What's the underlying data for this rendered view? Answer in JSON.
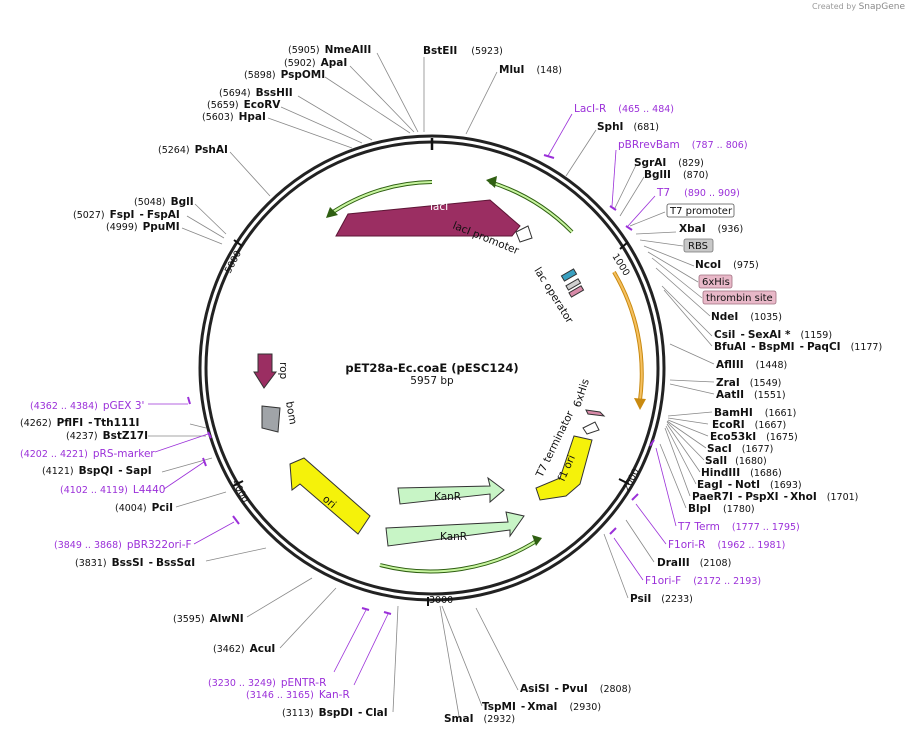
{
  "credit": {
    "text": "Created by",
    "brand": "SnapGene"
  },
  "plasmid": {
    "name": "pET28a-Ec.coaE (pESC124)",
    "length_label": "5957 bp",
    "length": 5957
  },
  "ticks": [
    {
      "label": "1000",
      "bp": 1000
    },
    {
      "label": "2000",
      "bp": 2000
    },
    {
      "label": "3000",
      "bp": 3000
    },
    {
      "label": "4000",
      "bp": 4000
    },
    {
      "label": "5000",
      "bp": 5000
    }
  ],
  "features": [
    {
      "id": "lacI-label",
      "label": "lacI",
      "color": "#9b2e62"
    },
    {
      "id": "lacI-promoter-label",
      "label": "lacI promoter"
    },
    {
      "id": "lac-operator-label",
      "label": "lac operator"
    },
    {
      "id": "6xhis-label",
      "label": "6xHis"
    },
    {
      "id": "t7-terminator-label",
      "label": "T7 terminator"
    },
    {
      "id": "f1ori-label",
      "label": "f1 ori",
      "color": "#f5f20a"
    },
    {
      "id": "kanr1-label",
      "label": "KanR",
      "color": "#c8f5c6"
    },
    {
      "id": "kanr2-label",
      "label": "KanR",
      "color": "#c8f5c6"
    },
    {
      "id": "ori-label",
      "label": "ori",
      "color": "#f5f20a"
    },
    {
      "id": "rop-label",
      "label": "rop",
      "color": "#9b2e62"
    },
    {
      "id": "bom-label",
      "label": "bom",
      "color": "#a0a4a8"
    }
  ],
  "enzymes": {
    "nmeaiii": {
      "pos": "(5905)",
      "name": "NmeAIII"
    },
    "apai": {
      "pos": "(5902)",
      "name": "ApaI"
    },
    "pspomi": {
      "pos": "(5898)",
      "name": "PspOMI"
    },
    "bsshii": {
      "pos": "(5694)",
      "name": "BssHII"
    },
    "ecorv": {
      "pos": "(5659)",
      "name": "EcoRV"
    },
    "hpai": {
      "pos": "(5603)",
      "name": "HpaI"
    },
    "pshai": {
      "pos": "(5264)",
      "name": "PshAI"
    },
    "bgli": {
      "pos": "(5048)",
      "name": "BglI"
    },
    "fspi": {
      "pos": "(5027)",
      "name": "FspI",
      "sep": "-",
      "name2": "FspAI"
    },
    "ppumi": {
      "pos": "(4999)",
      "name": "PpuMI"
    },
    "pflfi": {
      "pos": "(4262)",
      "name": "PflFI",
      "sep": "-",
      "name2": "Tth111I"
    },
    "bstz17i": {
      "pos": "(4237)",
      "name": "BstZ17I"
    },
    "bspqi": {
      "pos": "(4121)",
      "name": "BspQI",
      "sep": "-",
      "name2": "SapI"
    },
    "pcii": {
      "pos": "(4004)",
      "name": "PciI"
    },
    "bsssi": {
      "pos": "(3831)",
      "name": "BssSI",
      "sep": "-",
      "name2": "BssSαI"
    },
    "alwni": {
      "pos": "(3595)",
      "name": "AlwNI"
    },
    "acui": {
      "pos": "(3462)",
      "name": "AcuI"
    },
    "bspdi": {
      "pos": "(3113)",
      "name": "BspDI",
      "sep": "-",
      "name2": "ClaI"
    },
    "bsteii": {
      "name": "BstEII",
      "pos": "(5923)"
    },
    "mlui": {
      "name": "MluI",
      "pos": "(148)"
    },
    "sphi": {
      "name": "SphI",
      "pos": "(681)"
    },
    "sgrai": {
      "name": "SgrAI",
      "pos": "(829)"
    },
    "bglii": {
      "name": "BglII",
      "pos": "(870)"
    },
    "xbai": {
      "name": "XbaI",
      "pos": "(936)"
    },
    "ncoi": {
      "name": "NcoI",
      "pos": "(975)"
    },
    "ndei": {
      "name": "NdeI",
      "pos": "(1035)"
    },
    "csii": {
      "name": "CsiI",
      "sep": "-",
      "name2": "SexAI *",
      "pos": "(1159)"
    },
    "bfuai": {
      "name": "BfuAI",
      "sep": "-",
      "name2": "BspMI",
      "sep2": "-",
      "name3": "PaqCI",
      "pos": "(1177)"
    },
    "aflii": {
      "name": "AflIII",
      "pos": "(1448)"
    },
    "zrai": {
      "name": "ZraI",
      "pos": "(1549)"
    },
    "aatii": {
      "name": "AatII",
      "pos": "(1551)"
    },
    "bamhi": {
      "name": "BamHI",
      "pos": "(1661)"
    },
    "ecori": {
      "name": "EcoRI",
      "pos": "(1667)"
    },
    "eco53ki": {
      "name": "Eco53kI",
      "pos": "(1675)"
    },
    "saci": {
      "name": "SacI",
      "pos": "(1677)"
    },
    "sali": {
      "name": "SalI",
      "pos": "(1680)"
    },
    "hindiii": {
      "name": "HindIII",
      "pos": "(1686)"
    },
    "eagi": {
      "name": "EagI",
      "sep": "-",
      "name2": "NotI",
      "pos": "(1693)"
    },
    "paer7i": {
      "name": "PaeR7I",
      "sep": "-",
      "name2": "PspXI",
      "sep2": "-",
      "name3": "XhoI",
      "pos": "(1701)"
    },
    "blpi": {
      "name": "BlpI",
      "pos": "(1780)"
    },
    "draiii": {
      "name": "DraIII",
      "pos": "(2108)"
    },
    "psii": {
      "name": "PsiI",
      "pos": "(2233)"
    },
    "asisi": {
      "name": "AsiSI",
      "sep": "-",
      "name2": "PvuI",
      "pos": "(2808)"
    },
    "tspmi": {
      "name": "TspMI",
      "sep": "-",
      "name2": "XmaI",
      "pos": "(2930)"
    },
    "smai": {
      "name": "SmaI",
      "pos": "(2932)"
    }
  },
  "primers": {
    "laci_r": {
      "name": "LacI-R",
      "pos": "(465 .. 484)"
    },
    "pbrrevbam": {
      "name": "pBRrevBam",
      "pos": "(787 .. 806)"
    },
    "t7": {
      "name": "T7",
      "pos": "(890 .. 909)"
    },
    "t7term": {
      "name": "T7 Term",
      "pos": "(1777 .. 1795)"
    },
    "f1ori_r": {
      "name": "F1ori-R",
      "pos": "(1962 .. 1981)"
    },
    "f1ori_f": {
      "name": "F1ori-F",
      "pos": "(2172 .. 2193)"
    },
    "pgex3": {
      "pos": "(4362 .. 4384)",
      "name": "pGEX 3'"
    },
    "prsmarker": {
      "pos": "(4202 .. 4221)",
      "name": "pRS-marker"
    },
    "l4440": {
      "pos": "(4102 .. 4119)",
      "name": "L4440"
    },
    "pbr322ori_f": {
      "pos": "(3849 .. 3868)",
      "name": "pBR322ori-F"
    },
    "pentr_r": {
      "pos": "(3230 .. 3249)",
      "name": "pENTR-R"
    },
    "kan_r": {
      "pos": "(3146 .. 3165)",
      "name": "Kan-R"
    }
  },
  "boxed_features": {
    "t7promoter": {
      "label": "T7 promoter",
      "fill": "#ffffff"
    },
    "rbs": {
      "label": "RBS",
      "fill": "#c8c8c8"
    },
    "sixhis": {
      "label": "6xHis",
      "fill": "#e8b8c8"
    },
    "thrombin": {
      "label": "thrombin site",
      "fill": "#e8b8c8"
    }
  }
}
